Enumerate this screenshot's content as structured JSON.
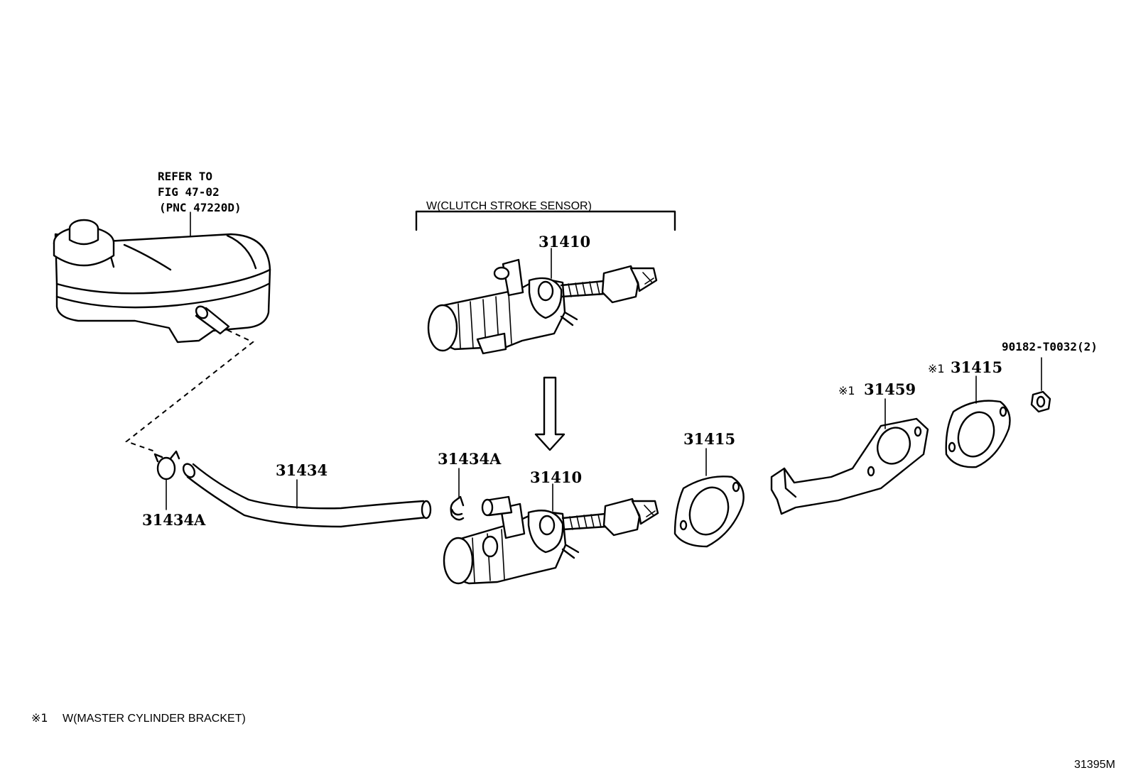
{
  "reference": {
    "line1": "REFER TO",
    "line2": "FIG 47-02",
    "line3": "(PNC 47220D)"
  },
  "bracket_title": "W(CLUTCH STROKE SENSOR)",
  "parts": {
    "cyl_upper": "31410",
    "cyl_lower": "31410",
    "hose": "31434",
    "clip_right": "31434A",
    "clip_left": "31434A",
    "gasket_1": "31415",
    "gasket_2_mark": "※1",
    "gasket_2": "31415",
    "bracket_mark": "※1",
    "bracket": "31459",
    "nut": "90182-T0032(2)"
  },
  "footnote": {
    "mark": "※1",
    "text": "W(MASTER CYLINDER BRACKET)"
  },
  "figure_code": "31395M"
}
